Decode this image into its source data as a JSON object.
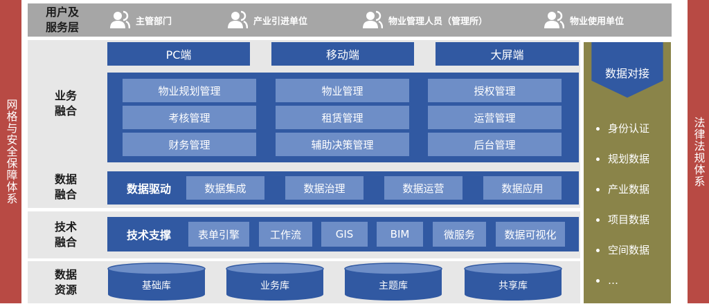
{
  "left_sidebar": "网格与安全保障体系",
  "right_sidebar": "法律法规体系",
  "users": {
    "label_line1": "用户及",
    "label_line2": "服务层",
    "items": [
      "主管部门",
      "产业引进单位",
      "物业管理人员（管理所）",
      "物业使用单位"
    ]
  },
  "terminals": [
    "PC端",
    "移动端",
    "大屏端"
  ],
  "business": {
    "label_line1": "业务",
    "label_line2": "融合",
    "modules": [
      [
        "物业规划管理",
        "物业管理",
        "授权管理"
      ],
      [
        "考核管理",
        "租赁管理",
        "运营管理"
      ],
      [
        "财务管理",
        "辅助决策管理",
        "后台管理"
      ]
    ]
  },
  "data_layer": {
    "label_line1": "数据",
    "label_line2": "融合",
    "head": "数据驱动",
    "items": [
      "数据集成",
      "数据治理",
      "数据运营",
      "数据应用"
    ]
  },
  "tech_layer": {
    "label_line1": "技术",
    "label_line2": "融合",
    "head": "技术支撑",
    "items": [
      "表单引擎",
      "工作流",
      "GIS",
      "BIM",
      "微服务",
      "数据可视化"
    ]
  },
  "resource_layer": {
    "label_line1": "数据",
    "label_line2": "资源",
    "databases": [
      "基础库",
      "业务库",
      "主题库",
      "共享库"
    ]
  },
  "right_panel": {
    "title": "数据对接",
    "items": [
      "身份认证",
      "规划数据",
      "产业数据",
      "项目数据",
      "空间数据",
      "…"
    ]
  },
  "colors": {
    "side_bar": "#b84a44",
    "user_band": "#a6a6a6",
    "row_bg": "#e7e7e7",
    "primary_blue": "#3159a2",
    "cell_blue": "#6e8ec7",
    "panel_olive": "#8a8449"
  }
}
